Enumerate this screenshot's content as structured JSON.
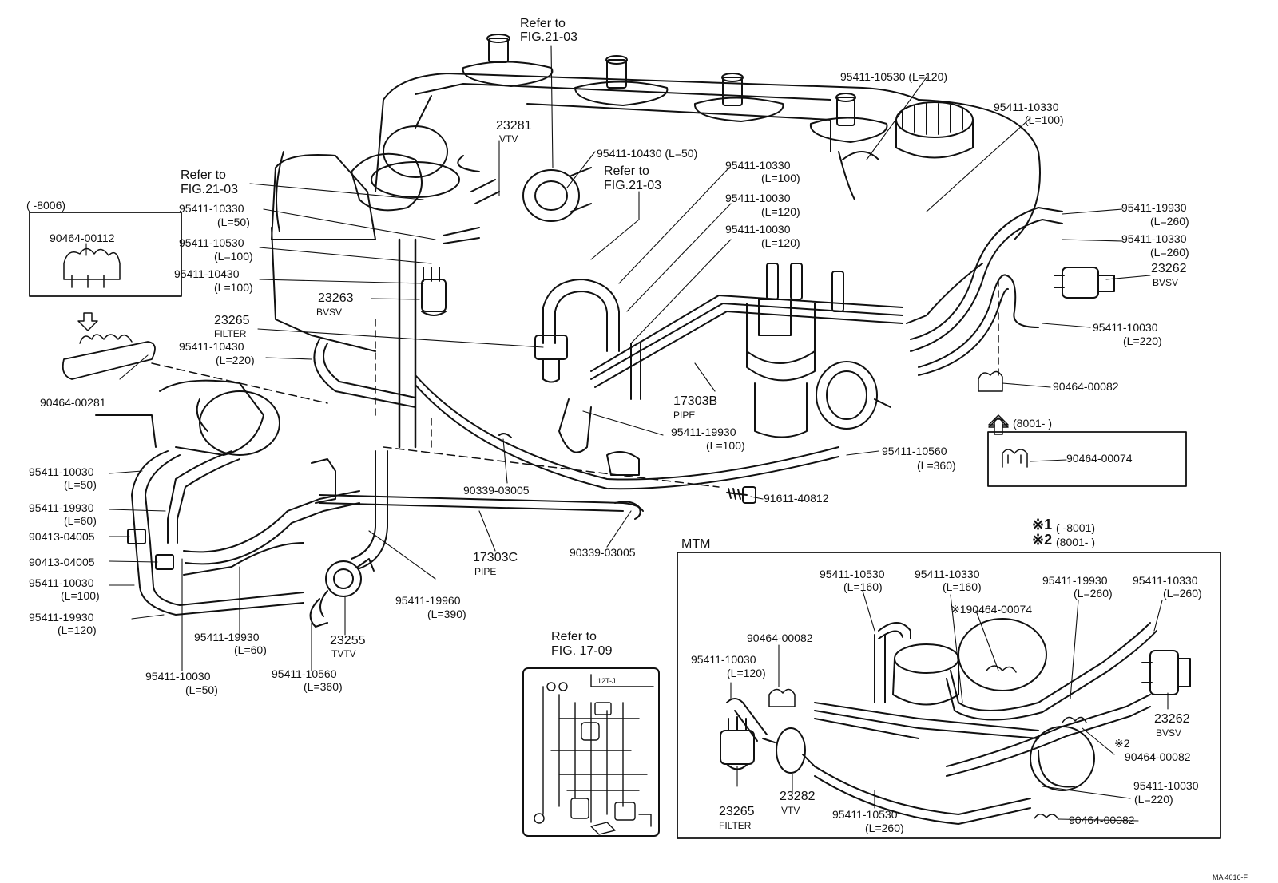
{
  "labels": {
    "ref_2103_top_1": "Refer to",
    "ref_2103_top_2": "FIG.21-03",
    "ref_2103_left_1": "Refer to",
    "ref_2103_left_2": "FIG.21-03",
    "ref_2103_mid_1": "Refer to",
    "ref_2103_mid_2": "FIG.21-03",
    "ref_1709_1": "Refer to",
    "ref_1709_2": "FIG. 17-09",
    "range_8006": "(     -8006)",
    "range_8001": "(8001-          )",
    "mtm": "MTM",
    "note1_mark": "※1",
    "note1_range": "(     -8001)",
    "note2_mark": "※2",
    "note2_range": "(8001-          )",
    "note_x2": "※2",
    "note_x1_part": "※190464-00074",
    "ma_code": "MA 4016-F",
    "inset_code": "12T-J",
    "p_90464_00112": "90464-00112",
    "p_90464_00281": "90464-00281",
    "p_23281": "23281",
    "p_23281_sub": "VTV",
    "p_a_10530_120": "95411-10530 (L=120)",
    "p_a_10330_100_top": "95411-10330",
    "p_a_10330_100_top_L": "(L=100)",
    "p_a_10430_50": "95411-10430 (L=50)",
    "p_a_10330_50": "95411-10330",
    "p_a_10330_50_L": "(L=50)",
    "p_a_10530_100": "95411-10530",
    "p_a_10530_100_L": "(L=100)",
    "p_a_10430_100": "95411-10430",
    "p_a_10430_100_L": "(L=100)",
    "p_23263": "23263",
    "p_23263_sub": "BVSV",
    "p_23265": "23265",
    "p_23265_sub": "FILTER",
    "p_a_10430_220": "95411-10430",
    "p_a_10430_220_L": "(L=220)",
    "p_a_10330_100_mid": "95411-10330",
    "p_a_10330_100_mid_L": "(L=100)",
    "p_a_10030_120_1": "95411-10030",
    "p_a_10030_120_1_L": "(L=120)",
    "p_a_10030_120_2": "95411-10030",
    "p_a_10030_120_2_L": "(L=120)",
    "p_a_19930_260": "95411-19930",
    "p_a_19930_260_L": "(L=260)",
    "p_a_10330_260": "95411-10330",
    "p_a_10330_260_L": "(L=260)",
    "p_23262": "23262",
    "p_23262_sub": "BVSV",
    "p_a_10030_220": "95411-10030",
    "p_a_10030_220_L": "(L=220)",
    "p_90464_00082": "90464-00082",
    "p_90464_00074": "90464-00074",
    "p_17303b": "17303B",
    "p_17303b_sub": "PIPE",
    "p_a_19930_100": "95411-19930",
    "p_a_19930_100_L": "(L=100)",
    "p_a_10560_360_r": "95411-10560",
    "p_a_10560_360_r_L": "(L=360)",
    "p_90339_03005_1": "90339-03005",
    "p_91611_40812": "91611-40812",
    "p_90339_03005_2": "90339-03005",
    "p_17303c": "17303C",
    "p_17303c_sub": "PIPE",
    "p_a_10030_50_top": "95411-10030",
    "p_a_10030_50_top_L": "(L=50)",
    "p_a_19930_60_l": "95411-19930",
    "p_a_19930_60_l_L": "(L=60)",
    "p_90413_04005_1": "90413-04005",
    "p_90413_04005_2": "90413-04005",
    "p_a_10030_100": "95411-10030",
    "p_a_10030_100_L": "(L=100)",
    "p_a_19930_120": "95411-19930",
    "p_a_19930_120_L": "(L=120)",
    "p_a_10030_50_bot": "95411-10030",
    "p_a_10030_50_bot_L": "(L=50)",
    "p_a_19930_60_b": "95411-19930",
    "p_a_19930_60_b_L": "(L=60)",
    "p_a_10560_360_b": "95411-10560",
    "p_a_10560_360_b_L": "(L=360)",
    "p_23255": "23255",
    "p_23255_sub": "TVTV",
    "p_a_19960_390": "95411-19960",
    "p_a_19960_390_L": "(L=390)",
    "m_10530_160": "95411-10530",
    "m_10530_160_L": "(L=160)",
    "m_10330_160": "95411-10330",
    "m_10330_160_L": "(L=160)",
    "m_19930_260": "95411-19930",
    "m_19930_260_L": "(L=260)",
    "m_10330_260": "95411-10330",
    "m_10330_260_L": "(L=260)",
    "m_90464_00082_top": "90464-00082",
    "m_10030_120": "95411-10030",
    "m_10030_120_L": "(L=120)",
    "m_23262": "23262",
    "m_23262_sub": "BVSV",
    "m_90464_00082_mid": "90464-00082",
    "m_10030_220": "95411-10030",
    "m_10030_220_L": "(L=220)",
    "m_90464_00082_bot": "90464-00082",
    "m_23265": "23265",
    "m_23265_sub": "FILTER",
    "m_23282": "23282",
    "m_23282_sub": "VTV",
    "m_10530_260": "95411-10530",
    "m_10530_260_L": "(L=260)"
  }
}
